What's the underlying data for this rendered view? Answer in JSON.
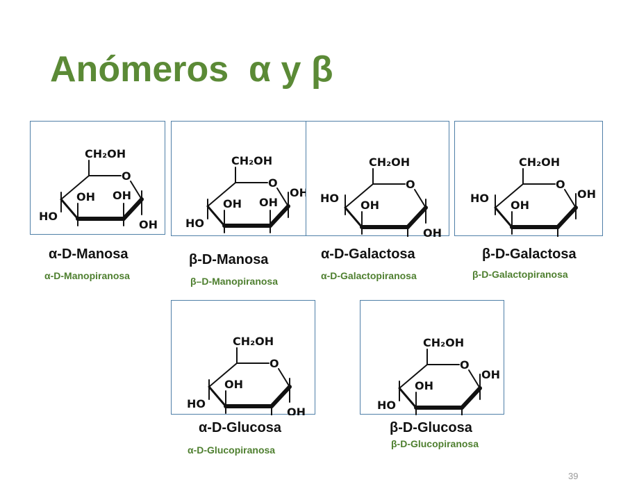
{
  "slide": {
    "title": "Anómeros  α y β",
    "page_number": "39"
  },
  "structures": [
    {
      "id": "alpha-d-manose",
      "name": "α-D-Manosa",
      "subname": "α-D-Manopiranosa",
      "c1_oh": "down"
    },
    {
      "id": "beta-d-manose",
      "name": "β-D-Manosa",
      "subname": "β–D-Manopiranosa",
      "c1_oh": "up"
    },
    {
      "id": "alpha-d-galactose",
      "name": "α-D-Galactosa",
      "subname": "α-D-Galactopiranosa",
      "c1_oh": "down"
    },
    {
      "id": "beta-d-galactose",
      "name": "β-D-Galactosa",
      "subname": "β-D-Galactopiranosa",
      "c1_oh": "up"
    },
    {
      "id": "alpha-d-glucose",
      "name": "α-D-Glucosa",
      "subname": "α-D-Glucopiranosa",
      "c1_oh": "down"
    },
    {
      "id": "beta-d-glucose",
      "name": "β-D-Glucosa",
      "subname": "β-D-Glucopiranosa",
      "c1_oh": "up"
    }
  ],
  "ring_labels": {
    "ch2oh": "CH₂OH",
    "oxygen": "O",
    "oh": "OH",
    "ho": "HO"
  },
  "colors": {
    "title": "#5b8a36",
    "subtitle": "#4e7f2f",
    "card_border": "#4f7fa7"
  }
}
